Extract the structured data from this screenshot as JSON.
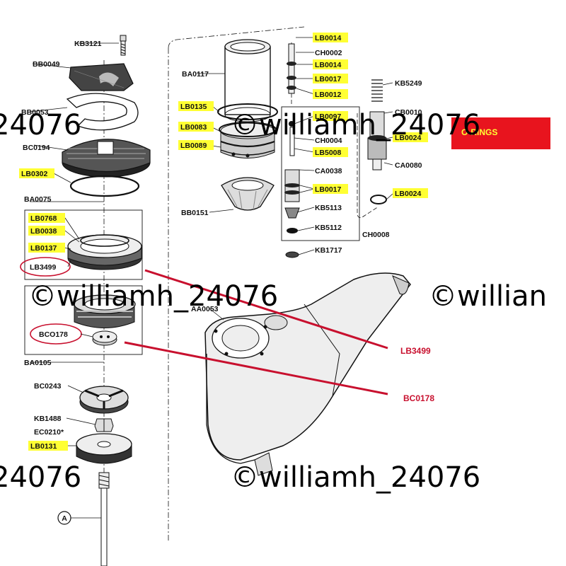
{
  "labels": {
    "kb3121": "KB3121",
    "bb0049": "BB0049",
    "bb0053": "BB0053",
    "bc0194": "BC0194",
    "lb0302": "LB0302",
    "ba0075": "BA0075",
    "lb0768": "LB0768",
    "lb0038": "LB0038",
    "lb0137": "LB0137",
    "lb3499": "LB3499",
    "aa0053": "AA0053",
    "bco178": "BCO178",
    "ba0105": "BA0105",
    "bc0243": "BC0243",
    "kb1488": "KB1488",
    "ec0210": "EC0210*",
    "lb0131": "LB0131",
    "marker_a": "A",
    "ba0117": "BA0117",
    "lb0135": "LB0135",
    "lb0083": "LB0083",
    "lb0089": "LB0089",
    "bb0151": "BB0151",
    "lb0014a": "LB0014",
    "ch0002": "CH0002",
    "lb0014b": "LB0014",
    "lb0017a": "LB0017",
    "lb0012": "LB0012",
    "lb0097": "LB0097",
    "ch0004": "CH0004",
    "lb5008": "LB5008",
    "ca0038": "CA0038",
    "lb0017b": "LB0017",
    "kb5113": "KB5113",
    "kb5112": "KB5112",
    "ch0008": "CH0008",
    "kb1717": "KB1717",
    "kb5249": "KB5249",
    "cb0010": "CB0010",
    "lb0024a": "LB0024",
    "ca0080": "CA0080",
    "lb0024b": "LB0024"
  },
  "callouts": {
    "lb3499": "LB3499",
    "bc0178": "BC0178"
  },
  "legend": {
    "o_rings": "O-RINGS"
  },
  "watermarks": [
    "24076",
    "©williamh_24076",
    "©williamh_24076",
    "©willian",
    "24076",
    "©williamh_24076"
  ],
  "colors": {
    "highlight": "#ffff33",
    "callout_red": "#c8102e",
    "legend_red": "#e8141e"
  }
}
